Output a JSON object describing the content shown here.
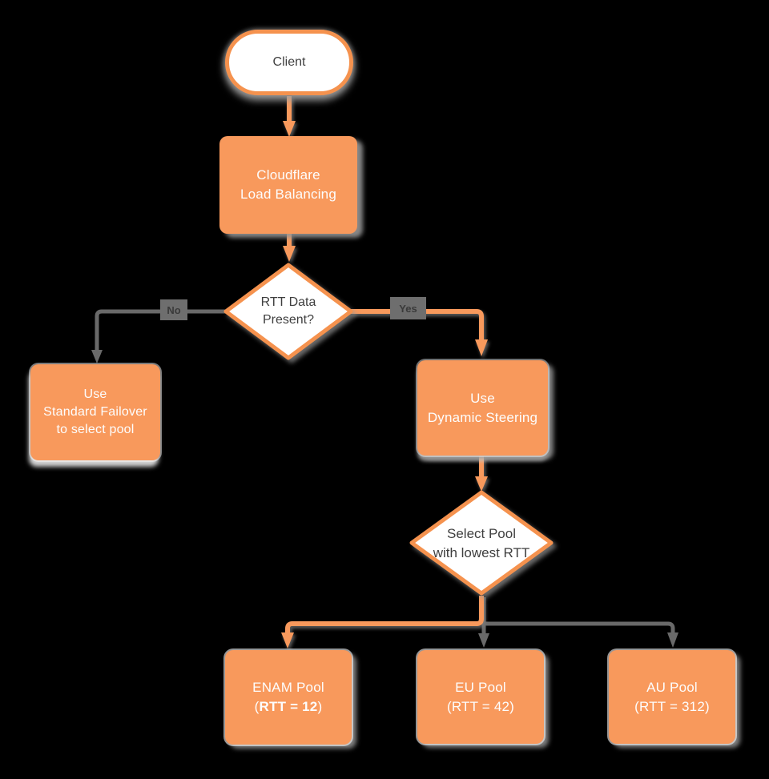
{
  "title": "Cloudflare Load Balancing flowchart",
  "colors": {
    "bg": "#000000",
    "orange": "#F8995C",
    "orange_stroke": "#F5924E",
    "gray_line": "#696969",
    "label_bg": "#6E6E6E",
    "label_text": "#3A3A3A",
    "dark_text": "#3F3F3F",
    "white_text": "#FDFDFD"
  },
  "nodes": {
    "client": {
      "label": "Client"
    },
    "load_balancer": {
      "lines": [
        "Cloudflare",
        "Load Balancing"
      ]
    },
    "rtt_decision": {
      "lines": [
        "RTT Data",
        "Present?"
      ]
    },
    "standard_failover": {
      "lines": [
        "Use",
        "Standard Failover",
        "to select pool"
      ]
    },
    "dynamic_steering": {
      "lines": [
        "Use",
        "Dynamic Steering"
      ]
    },
    "select_pool": {
      "lines": [
        "Select Pool",
        "with lowest RTT"
      ]
    },
    "enam_pool": {
      "title": "ENAM Pool",
      "rtt_open": "(",
      "rtt_bold": "RTT = 12",
      "rtt_close": ")"
    },
    "eu_pool": {
      "title": "EU Pool",
      "rtt": "(RTT = 42)"
    },
    "au_pool": {
      "title": "AU Pool",
      "rtt": "(RTT = 312)"
    }
  },
  "edges": {
    "no_label": "No",
    "yes_label": "Yes"
  }
}
